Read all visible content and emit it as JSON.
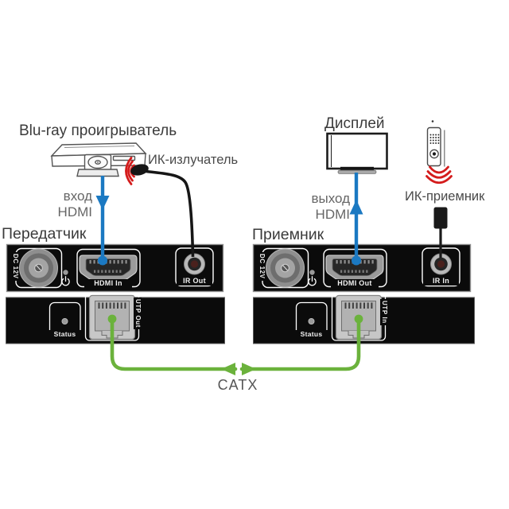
{
  "labels": {
    "source_device": "Blu-ray проигрыватель",
    "display_device": "Дисплей",
    "ir_emitter": "ИК-излучатель",
    "ir_receiver": "ИК-приемник",
    "transmitter": "Передатчик",
    "receiver": "Приемник",
    "cable": "CATX",
    "hdmi_in_line1": "вход",
    "hdmi_in_line2": "HDMI",
    "hdmi_out_line1": "выход",
    "hdmi_out_line2": "HDMI"
  },
  "transmitter_panel": {
    "dc": "DC 12V",
    "hdmi": "HDMI In",
    "ir": "IR Out",
    "status": "Status",
    "utp": "UTP Out"
  },
  "receiver_panel": {
    "dc": "DC 12V",
    "hdmi": "HDMI Out",
    "ir": "IR In",
    "status": "Status",
    "utp": "UTP In"
  },
  "colors": {
    "hdmi_cable_blue": "#1b79c2",
    "utp_cable_green": "#6bb23c",
    "ir_signal_red": "#d41c1c",
    "panel_black": "#0b0b0b"
  }
}
